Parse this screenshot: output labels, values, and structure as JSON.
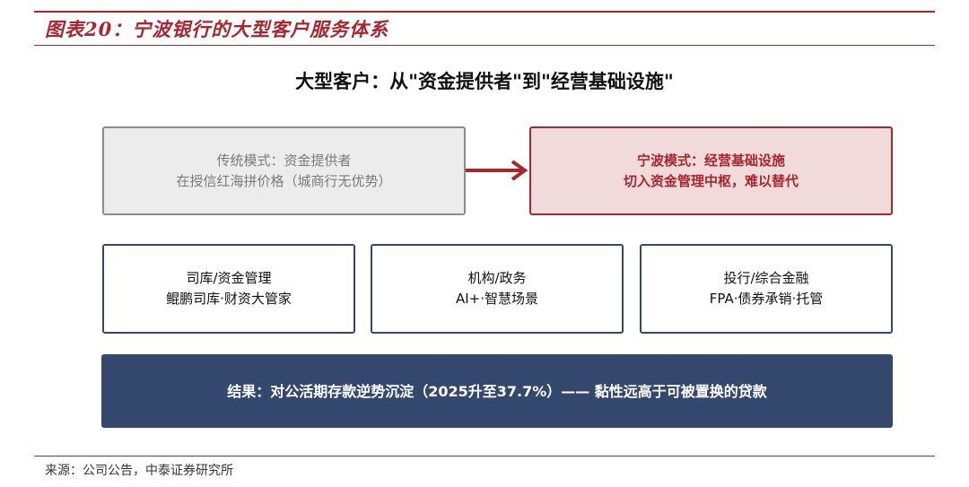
{
  "figure": {
    "title": "图表20：宁波银行的大型客户服务体系"
  },
  "heading": "大型客户：从\"资金提供者\"到\"经营基础设施\"",
  "traditional": {
    "line1": "传统模式：资金提供者",
    "line2": "在授信红海拼价格（城商行无优势）"
  },
  "ningbo": {
    "line1": "宁波模式：经营基础设施",
    "line2": "切入资金管理中枢，难以替代"
  },
  "services": [
    {
      "line1": "司库/资金管理",
      "line2": "鲲鹏司库·财资大管家"
    },
    {
      "line1": "机构/政务",
      "line2": "AI+·智慧场景"
    },
    {
      "line1": "投行/综合金融",
      "line2": "FPA·债券承销·托管"
    }
  ],
  "result": "结果：对公活期存款逆势沉淀（2025升至37.7%）—— 黏性远高于可被置换的贷款",
  "source": "来源：公司公告，中泰证券研究所",
  "colors": {
    "accent_red": "#a8262e",
    "navy": "#34486e",
    "gray_fill": "#ececec",
    "pink_fill": "#f1dada"
  }
}
